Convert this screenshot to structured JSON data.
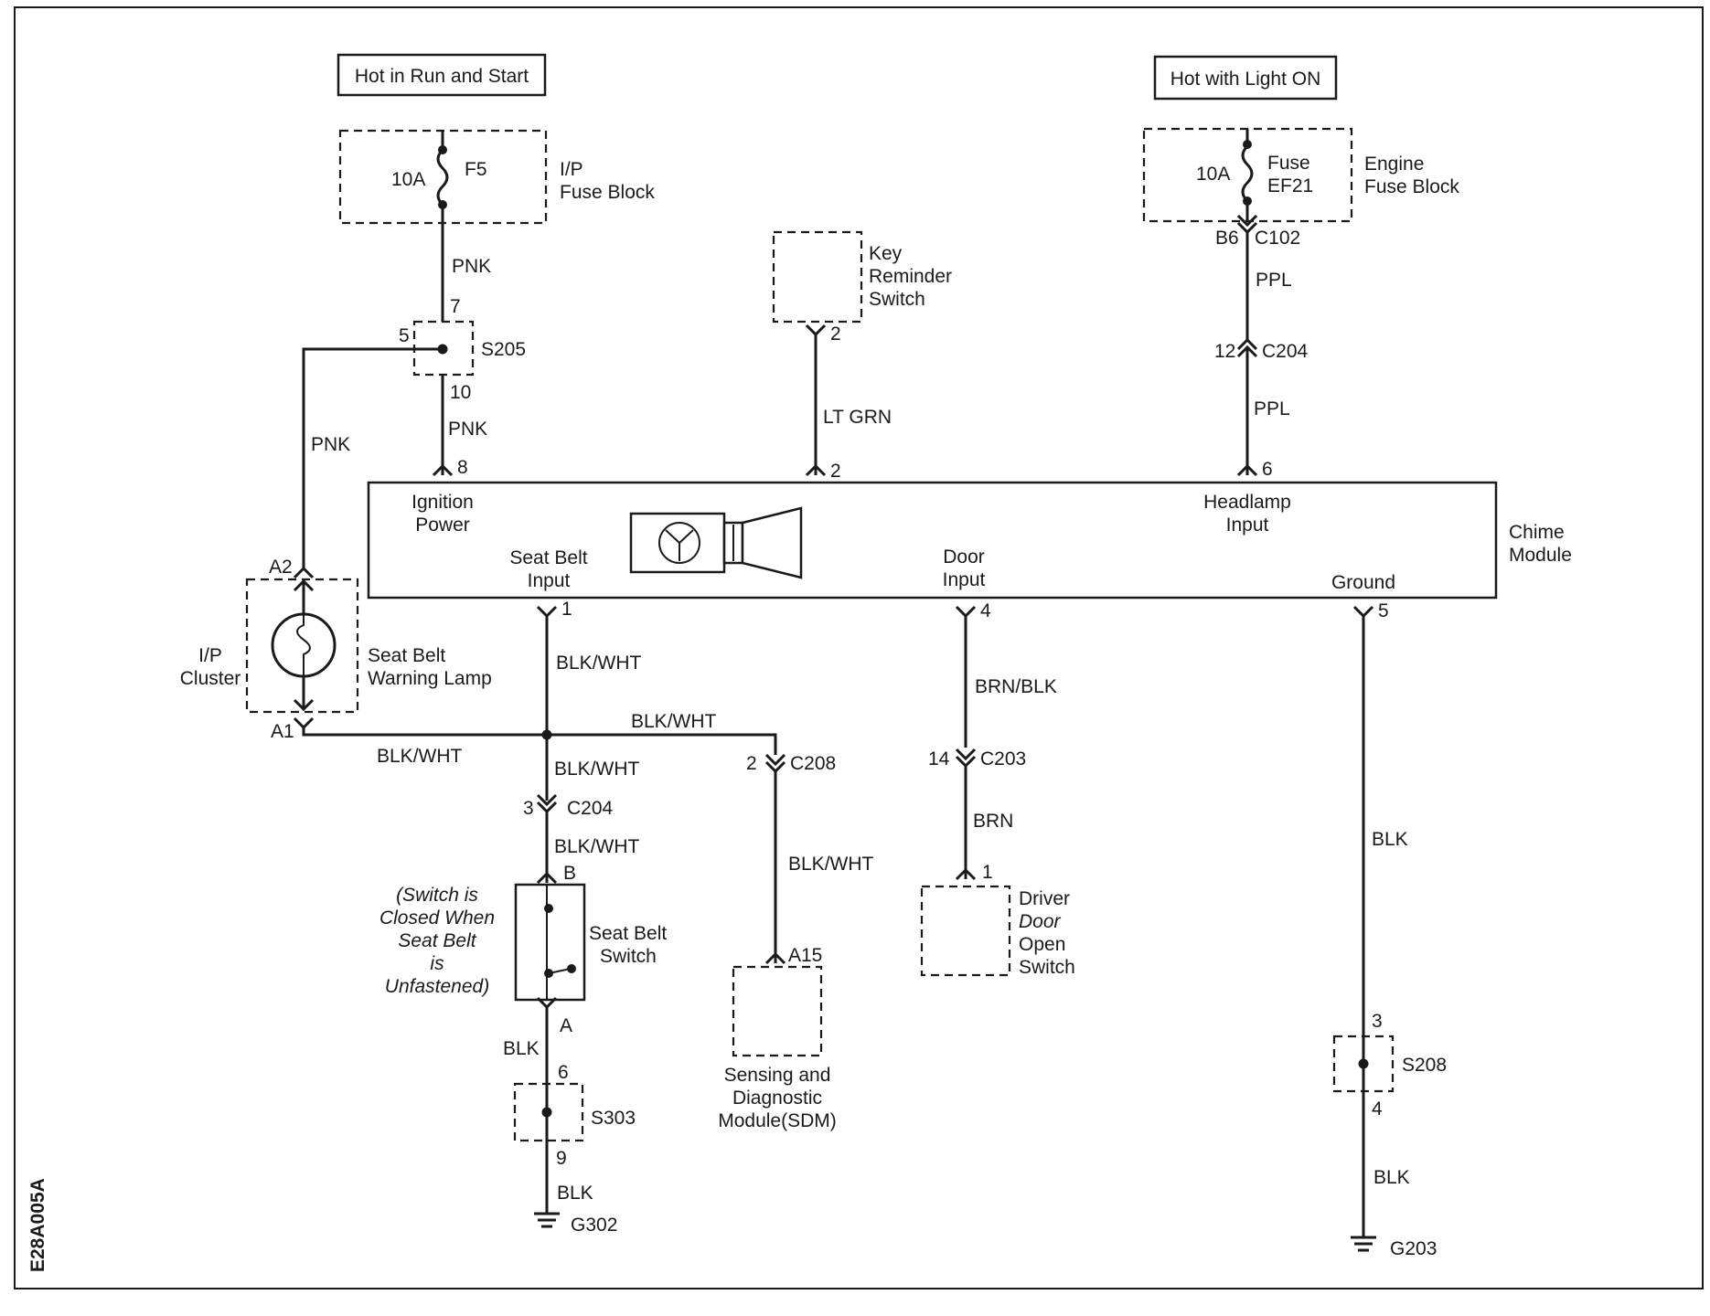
{
  "power_sources": {
    "run_start": "Hot in Run and Start",
    "light_on": "Hot with Light ON"
  },
  "fuses": {
    "ip_fuse": {
      "rating": "10A",
      "id": "F5",
      "block_line1": "I/P",
      "block_line2": "Fuse Block"
    },
    "engine_fuse": {
      "rating": "10A",
      "id_line1": "Fuse",
      "id_line2": "EF21",
      "block_line1": "Engine",
      "block_line2": "Fuse Block"
    }
  },
  "splices": {
    "s205": "S205",
    "s303": "S303",
    "s208": "S208"
  },
  "wire_colors": {
    "pnk_top": "PNK",
    "pnk_lower": "PNK",
    "pnk_left": "PNK",
    "lt_grn": "LT GRN",
    "ppl_upper": "PPL",
    "ppl_lower": "PPL",
    "blk_wht_1": "BLK/WHT",
    "blk_wht_2": "BLK/WHT",
    "blk_wht_3": "BLK/WHT",
    "blk_wht_4": "BLK/WHT",
    "blk_wht_5": "BLK/WHT",
    "blk_wht_6": "BLK/WHT",
    "brn_blk": "BRN/BLK",
    "brn": "BRN",
    "blk_ground": "BLK",
    "blk_ground2": "BLK",
    "blk_switch": "BLK",
    "blk_g302": "BLK"
  },
  "pins": {
    "s205_in": "7",
    "s205_left": "5",
    "s205_out": "10",
    "ign_pin": "8",
    "key_pin_top": "2",
    "key_pin_module": "2",
    "b6": "B6",
    "c102": "C102",
    "c204_pin": "12",
    "c204": "C204",
    "headlamp_pin": "6",
    "a2": "A2",
    "a1": "A1",
    "seat_belt_pin": "1",
    "door_pin": "4",
    "ground_pin": "5",
    "c208_pin": "2",
    "c208": "C208",
    "c204b_pin": "3",
    "c204b": "C204",
    "c203_pin": "14",
    "c203": "C203",
    "door_sw_pin": "1",
    "sw_b": "B",
    "sw_a": "A",
    "a15": "A15",
    "s303_in": "6",
    "s303_out": "9",
    "s208_in": "3",
    "s208_out": "4"
  },
  "components": {
    "key_reminder": [
      "Key",
      "Reminder",
      "Switch"
    ],
    "chime_module": [
      "Chime",
      "Module"
    ],
    "ignition_power": [
      "Ignition",
      "Power"
    ],
    "seat_belt_input": [
      "Seat Belt",
      "Input"
    ],
    "door_input": [
      "Door",
      "Input"
    ],
    "headlamp_input": [
      "Headlamp",
      "Input"
    ],
    "ground_label": "Ground",
    "ip_cluster": [
      "I/P",
      "Cluster"
    ],
    "seat_belt_lamp": [
      "Seat Belt",
      "Warning Lamp"
    ],
    "seat_belt_switch": [
      "Seat Belt",
      "Switch"
    ],
    "switch_note": [
      "(Switch is",
      "Closed When",
      "Seat Belt",
      "is",
      "Unfastened)"
    ],
    "sdm": [
      "Sensing and",
      "Diagnostic",
      "Module(SDM)"
    ],
    "driver_door_switch": [
      "Driver",
      "Door",
      "Open",
      "Switch"
    ]
  },
  "grounds": {
    "g302": "G302",
    "g203": "G203"
  },
  "figure_code": "E28A005A"
}
